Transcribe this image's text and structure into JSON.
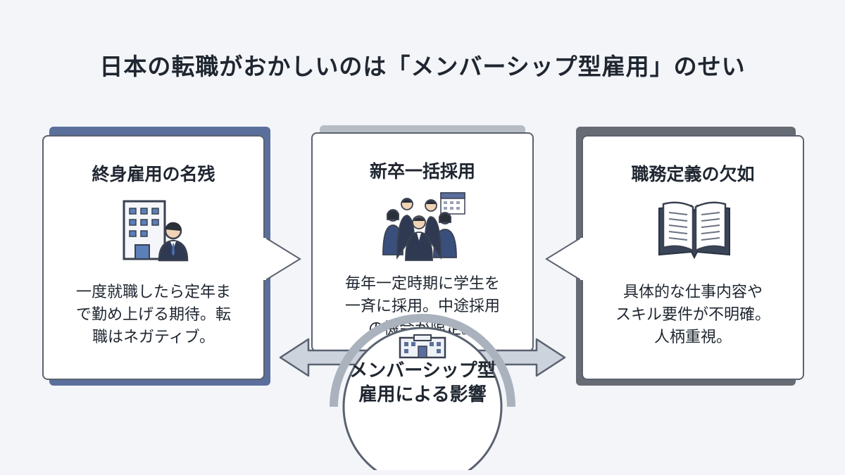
{
  "title": "日本の転職がおかしいのは「メンバーシップ型雇用」のせい",
  "cards": [
    {
      "title": "終身雇用の名残",
      "body_lines": [
        "一度就職したら定年ま",
        "で勤め上げる期待。転",
        "職はネガティブ。"
      ],
      "icon": "office-building-with-businessman-icon",
      "accent_color": "#5b6f9c"
    },
    {
      "title": "新卒一括採用",
      "body_lines": [
        "毎年一定時期に学生を",
        "一斉に採用。中途採用",
        "の機会が限定。"
      ],
      "icon": "group-of-graduates-with-calendar-icon",
      "accent_color": "#b7bcc4"
    },
    {
      "title": "職務定義の欠如",
      "body_lines": [
        "具体的な仕事内容や",
        "スキル要件が不明確。",
        "人柄重視。"
      ],
      "icon": "open-book-icon",
      "accent_color": "#666b74"
    }
  ],
  "hub": {
    "lines": [
      "メンバーシップ型",
      "雇用による影響"
    ],
    "icon": "building-icon"
  }
}
